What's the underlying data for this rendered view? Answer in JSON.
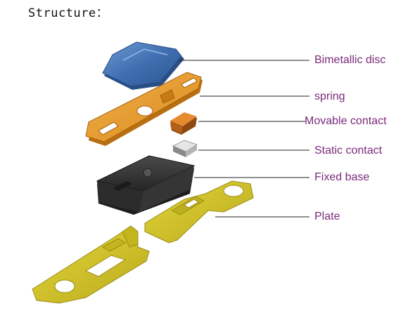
{
  "heading": "Structure：",
  "callouts": [
    {
      "id": "bimetallic-disc",
      "label": "Bimetallic disc"
    },
    {
      "id": "spring",
      "label": "spring"
    },
    {
      "id": "movable-contact",
      "label": "Movable contact"
    },
    {
      "id": "static-contact",
      "label": "Static contact"
    },
    {
      "id": "fixed-base",
      "label": "Fixed base"
    },
    {
      "id": "plate",
      "label": "Plate"
    }
  ],
  "colors": {
    "label_text": "#7a2a7a",
    "leader_line": "#222222",
    "disc": "#4a78b8",
    "spring": "#e09a2a",
    "movable_contact": "#d0711a",
    "static_contact": "#c8c8c8",
    "fixed_base": "#3a3a3a",
    "plate": "#cfc22a"
  }
}
